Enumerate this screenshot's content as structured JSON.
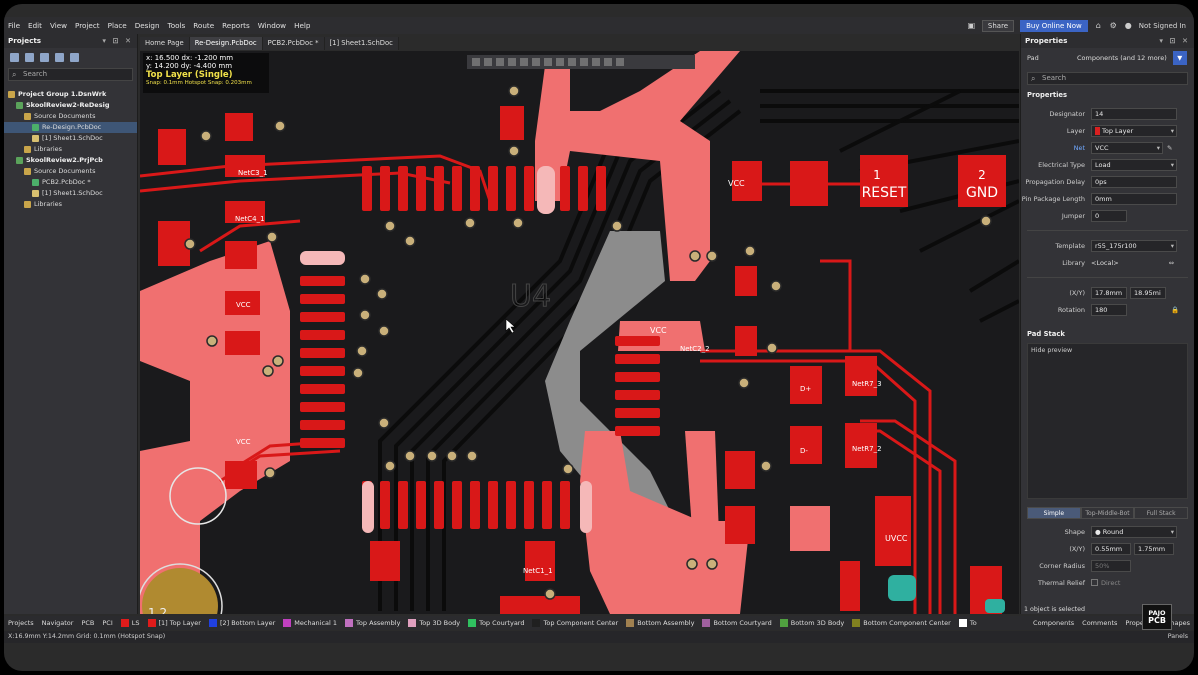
{
  "menu": [
    "File",
    "Edit",
    "View",
    "Project",
    "Place",
    "Design",
    "Tools",
    "Route",
    "Reports",
    "Window",
    "Help"
  ],
  "menu_right": {
    "share": "Share",
    "buy": "Buy Online Now",
    "signin": "Not Signed In"
  },
  "projects_panel": {
    "title": "Projects",
    "search_placeholder": "Search",
    "tree": [
      {
        "label": "Project Group 1.DsnWrk",
        "indent": 0,
        "type": "folder",
        "bold": true
      },
      {
        "label": "SkoolReview2-ReDesig",
        "indent": 1,
        "type": "proj",
        "bold": true
      },
      {
        "label": "Source Documents",
        "indent": 2,
        "type": "folder"
      },
      {
        "label": "Re-Design.PcbDoc",
        "indent": 3,
        "type": "pcb",
        "selected": true
      },
      {
        "label": "[1] Sheet1.SchDoc",
        "indent": 3,
        "type": "sch"
      },
      {
        "label": "Libraries",
        "indent": 2,
        "type": "folder"
      },
      {
        "label": "SkoolReview2.PrjPcb",
        "indent": 1,
        "type": "proj",
        "bold": true
      },
      {
        "label": "Source Documents",
        "indent": 2,
        "type": "folder"
      },
      {
        "label": "PCB2.PcbDoc *",
        "indent": 3,
        "type": "pcb"
      },
      {
        "label": "[1] Sheet1.SchDoc",
        "indent": 3,
        "type": "sch"
      },
      {
        "label": "Libraries",
        "indent": 2,
        "type": "folder"
      }
    ]
  },
  "doc_tabs": [
    "Home Page",
    "Re-Design.PcbDoc",
    "PCB2.PcbDoc *",
    "[1] Sheet1.SchDoc"
  ],
  "hud": {
    "line1": "x: 16.500   dx: -1.200 mm",
    "line2": "y: 14.200   dy: -4.400 mm",
    "layer": "Top Layer (Single)",
    "snap": "Snap: 0.1mm Hotspot Snap: 0.203mm"
  },
  "pcb_labels": {
    "reset_num": "1",
    "reset": "RESET",
    "gnd_num": "2",
    "gnd": "GND",
    "vcc": "VCC",
    "netc3": "NetC3_1",
    "netc4": "NetC4_1",
    "netc2": "NetC2_2",
    "netc1": "NetC1_1",
    "netr7": "NetR7_3",
    "netr7b": "NetR7_2",
    "d_plus": "D+",
    "d_minus": "D-",
    "uvcc": "UVCC",
    "u4": "U4",
    "pad1_2": "1,2"
  },
  "properties": {
    "title": "Properties",
    "filter_label": "Pad",
    "filter_value": "Components (and 12 more)",
    "search_placeholder": "Search",
    "section_properties": "Properties",
    "designator_label": "Designator",
    "designator": "14",
    "layer_label": "Layer",
    "layer": "Top Layer",
    "net_label": "Net",
    "net": "VCC",
    "electrical_type_label": "Electrical Type",
    "electrical_type": "Load",
    "propagation_delay_label": "Propagation Delay",
    "propagation_delay": "0ps",
    "pin_package_length_label": "Pin Package Length",
    "pin_package_length": "0mm",
    "jumper_label": "Jumper",
    "jumper": "0",
    "template_label": "Template",
    "template": "r55_175r100",
    "library_label": "Library",
    "library": "<Local>",
    "xy_label": "(X/Y)",
    "x": "17.8mm",
    "y": "18.95mi",
    "rotation_label": "Rotation",
    "rotation": "180",
    "section_padstack": "Pad Stack",
    "hide_preview": "Hide preview",
    "stack_tabs": [
      "Simple",
      "Top-Middle-Bot",
      "Full Stack"
    ],
    "shape_label": "Shape",
    "shape": "Round",
    "shape_xy_label": "(X/Y)",
    "shape_x": "0.55mm",
    "shape_y": "1.75mm",
    "corner_radius_label": "Corner Radius",
    "corner_radius": "50%",
    "thermal_relief_label": "Thermal Relief",
    "thermal_relief": "Direct",
    "selected_status": "1 object is selected"
  },
  "layer_tabs": [
    {
      "label": "LS",
      "color": "#e01b1b"
    },
    {
      "label": "[1] Top Layer",
      "color": "#e01b1b"
    },
    {
      "label": "[2] Bottom Layer",
      "color": "#2040e0"
    },
    {
      "label": "Mechanical 1",
      "color": "#c040c0"
    },
    {
      "label": "Top Assembly",
      "color": "#c070c0"
    },
    {
      "label": "Top 3D Body",
      "color": "#e0a0c0"
    },
    {
      "label": "Top Courtyard",
      "color": "#30c060"
    },
    {
      "label": "Top Component Center",
      "color": "#202020"
    },
    {
      "label": "Bottom Assembly",
      "color": "#a08050"
    },
    {
      "label": "Bottom Courtyard",
      "color": "#a060a0"
    },
    {
      "label": "Bottom 3D Body",
      "color": "#50a040"
    },
    {
      "label": "Bottom Component Center",
      "color": "#808020"
    },
    {
      "label": "To",
      "color": "#ffffff"
    }
  ],
  "bottom_tabs_left": [
    "Projects",
    "Navigator",
    "PCB",
    "PCI"
  ],
  "bottom_tabs_right": [
    "Components",
    "Comments",
    "Properties",
    "Shapes"
  ],
  "status": "X:16.9mm Y:14.2mm    Grid: 0.1mm    (Hotspot Snap)",
  "panels_label": "Panels",
  "logo": {
    "line1": "PAJO",
    "line2": "PCB"
  }
}
